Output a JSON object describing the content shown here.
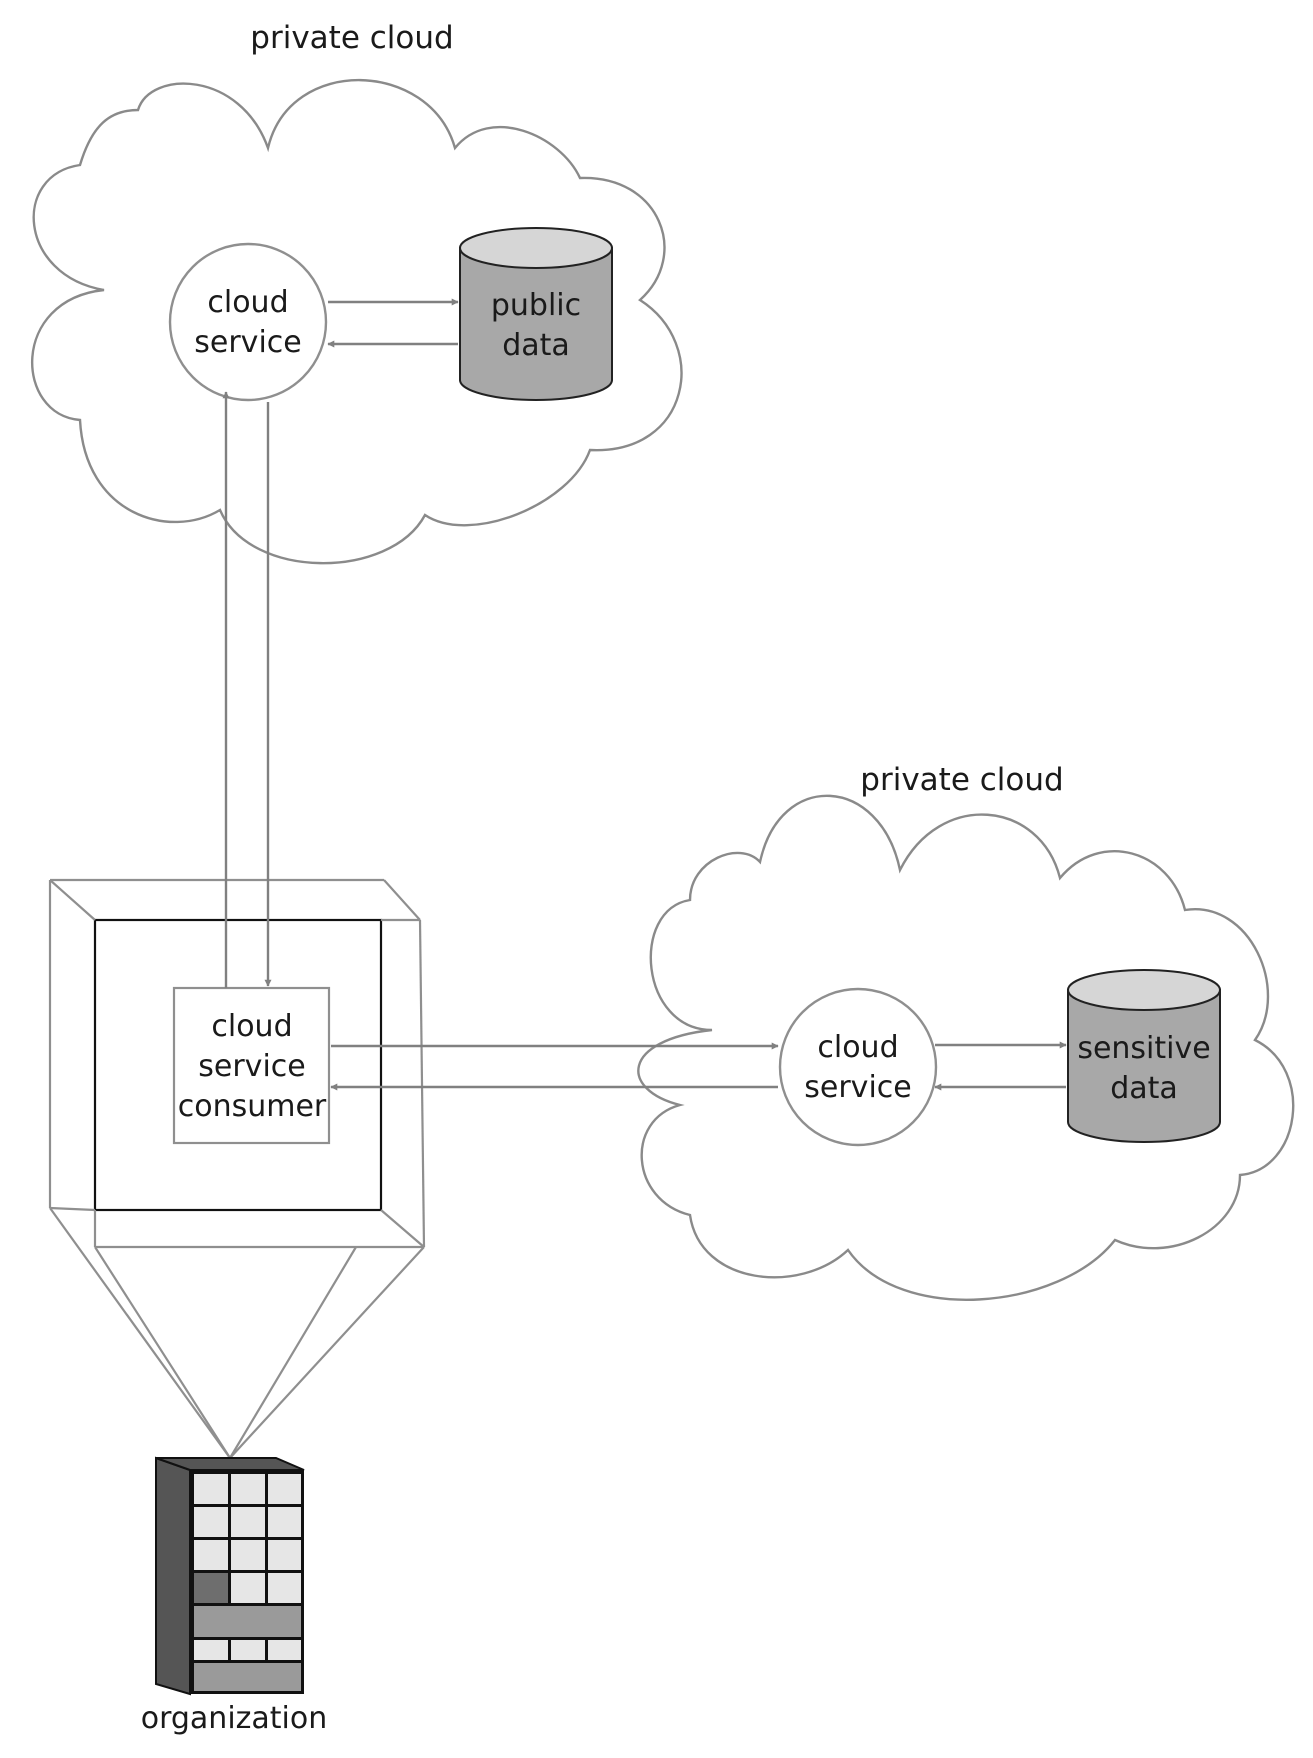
{
  "clouds": {
    "top": {
      "label": "private cloud"
    },
    "right": {
      "label": "private cloud"
    }
  },
  "nodes": {
    "top_service": {
      "line1": "cloud",
      "line2": "service"
    },
    "public_data": {
      "line1": "public",
      "line2": "data"
    },
    "right_service": {
      "line1": "cloud",
      "line2": "service"
    },
    "sensitive_data": {
      "line1": "sensitive",
      "line2": "data"
    },
    "consumer": {
      "line1": "cloud",
      "line2": "service",
      "line3": "consumer"
    }
  },
  "organization": {
    "label": "organization"
  },
  "colors": {
    "db_body": "#a8a8a8",
    "db_top": "#d6d6d6",
    "arrow": "#808080",
    "cloud_stroke": "#8a8a8a",
    "building_dark": "#555555",
    "building_light": "#e6e6e6"
  }
}
